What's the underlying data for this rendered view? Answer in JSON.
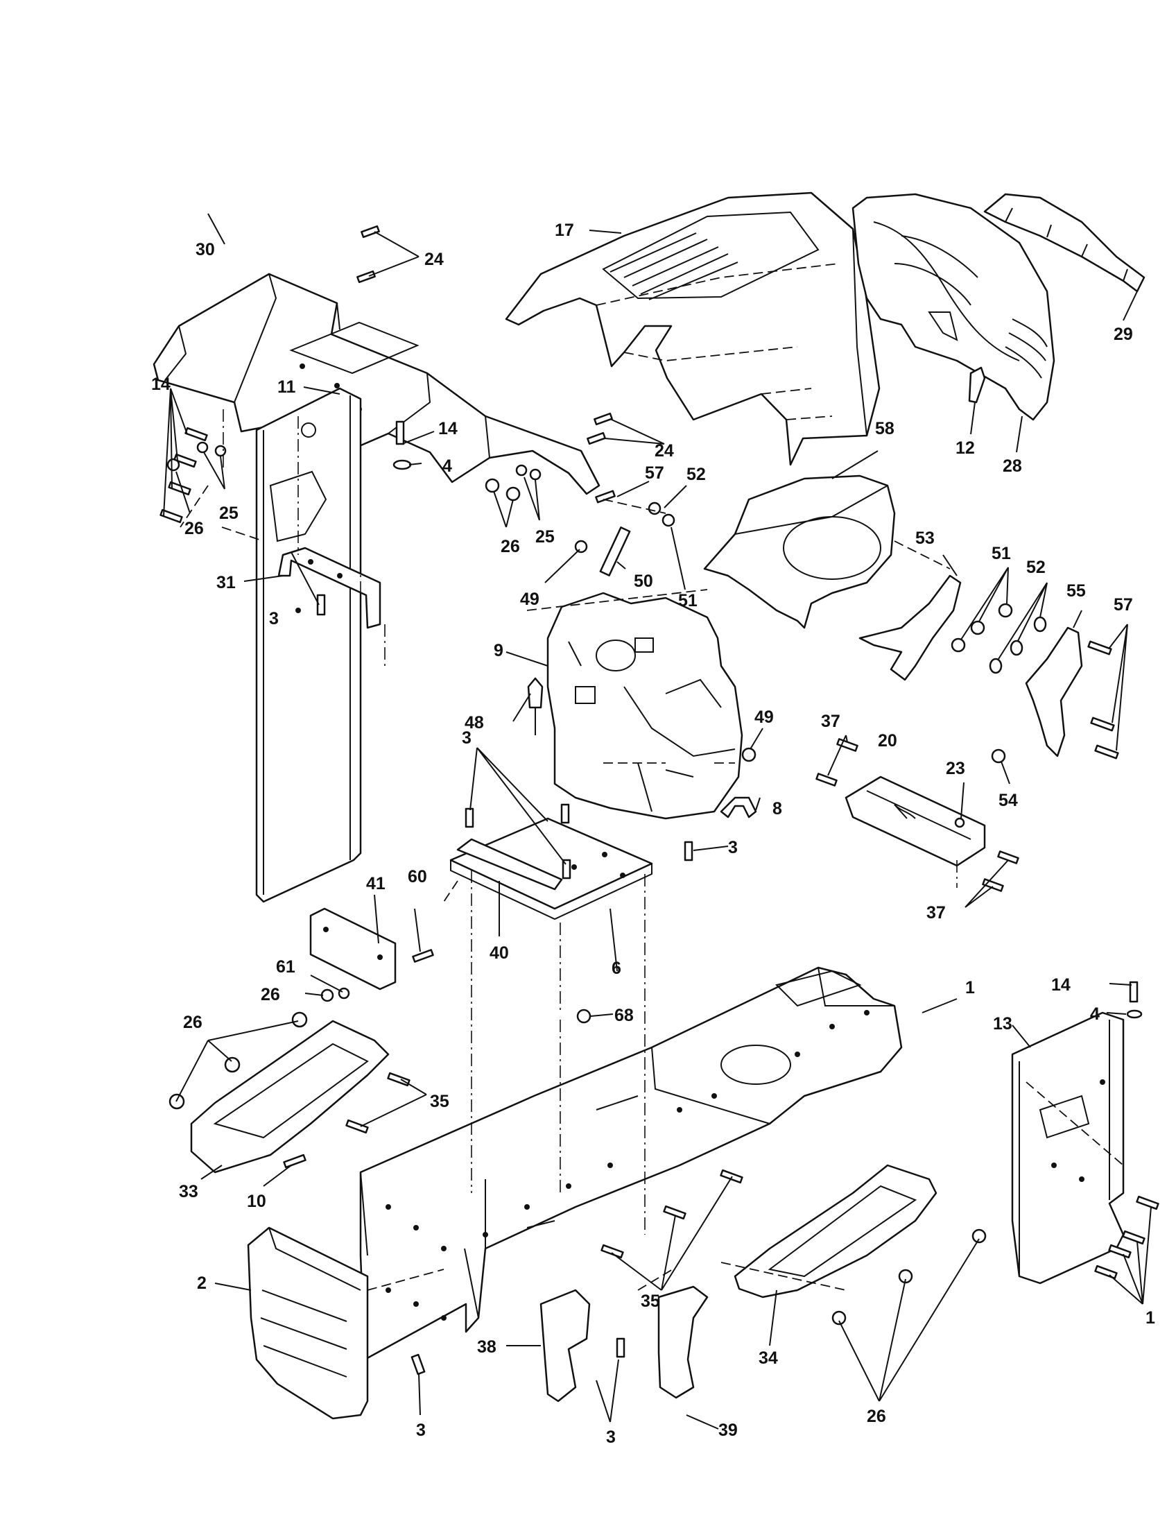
{
  "callouts": {
    "c1a": "1",
    "c1b": "1",
    "c2": "2",
    "c3a": "3",
    "c3b": "3",
    "c3c": "3",
    "c3d": "3",
    "c3e": "3",
    "c4a": "4",
    "c4b": "4",
    "c6": "6",
    "c8": "8",
    "c9": "9",
    "c10": "10",
    "c11": "11",
    "c12": "12",
    "c13": "13",
    "c14a": "14",
    "c14b": "14",
    "c14c": "14",
    "c17": "17",
    "c20": "20",
    "c23": "23",
    "c24a": "24",
    "c24b": "24",
    "c25a": "25",
    "c25b": "25",
    "c26a": "26",
    "c26b": "26",
    "c26c": "26",
    "c26d": "26",
    "c26e": "26",
    "c28": "28",
    "c29": "29",
    "c30": "30",
    "c31": "31",
    "c33": "33",
    "c34": "34",
    "c35a": "35",
    "c35b": "35",
    "c37a": "37",
    "c37b": "37",
    "c38": "38",
    "c39": "39",
    "c40": "40",
    "c41": "41",
    "c48": "48",
    "c49a": "49",
    "c49b": "49",
    "c50": "50",
    "c51a": "51",
    "c51b": "51",
    "c52a": "52",
    "c52b": "52",
    "c53": "53",
    "c54": "54",
    "c55": "55",
    "c57a": "57",
    "c57b": "57",
    "c58": "58",
    "c60": "60",
    "c61": "61",
    "c68": "68"
  }
}
